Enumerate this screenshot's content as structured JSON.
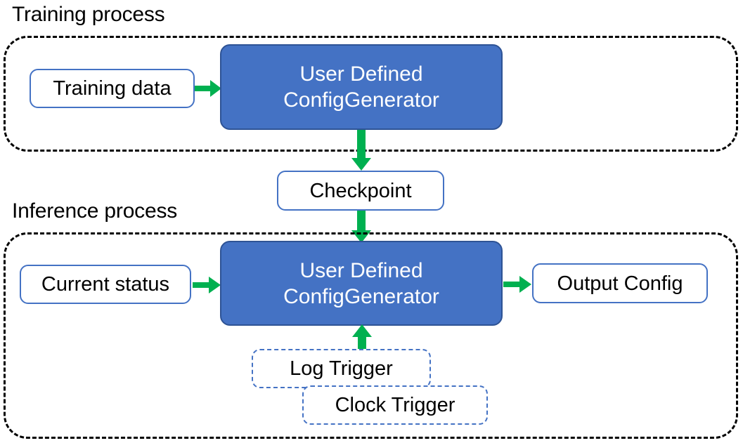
{
  "diagram": {
    "title_training": "Training process",
    "title_inference": "Inference process",
    "colors": {
      "arrow_green": "#00B050",
      "node_blue_fill": "#4472C4",
      "node_blue_border": "#2E5395",
      "plain_border": "#4472C4",
      "container_border": "#000000",
      "text_dark": "#000000",
      "text_light": "#FFFFFF"
    }
  },
  "training": {
    "label": "Training process",
    "input_node": "Training data",
    "main_node_line1": "User Defined",
    "main_node_line2": "ConfigGenerator"
  },
  "checkpoint": {
    "label": "Checkpoint"
  },
  "inference": {
    "label": "Inference process",
    "input_node": "Current status",
    "main_node_line1": "User Defined",
    "main_node_line2": "ConfigGenerator",
    "output_node": "Output Config",
    "trigger_log": "Log Trigger",
    "trigger_clock": "Clock Trigger"
  }
}
